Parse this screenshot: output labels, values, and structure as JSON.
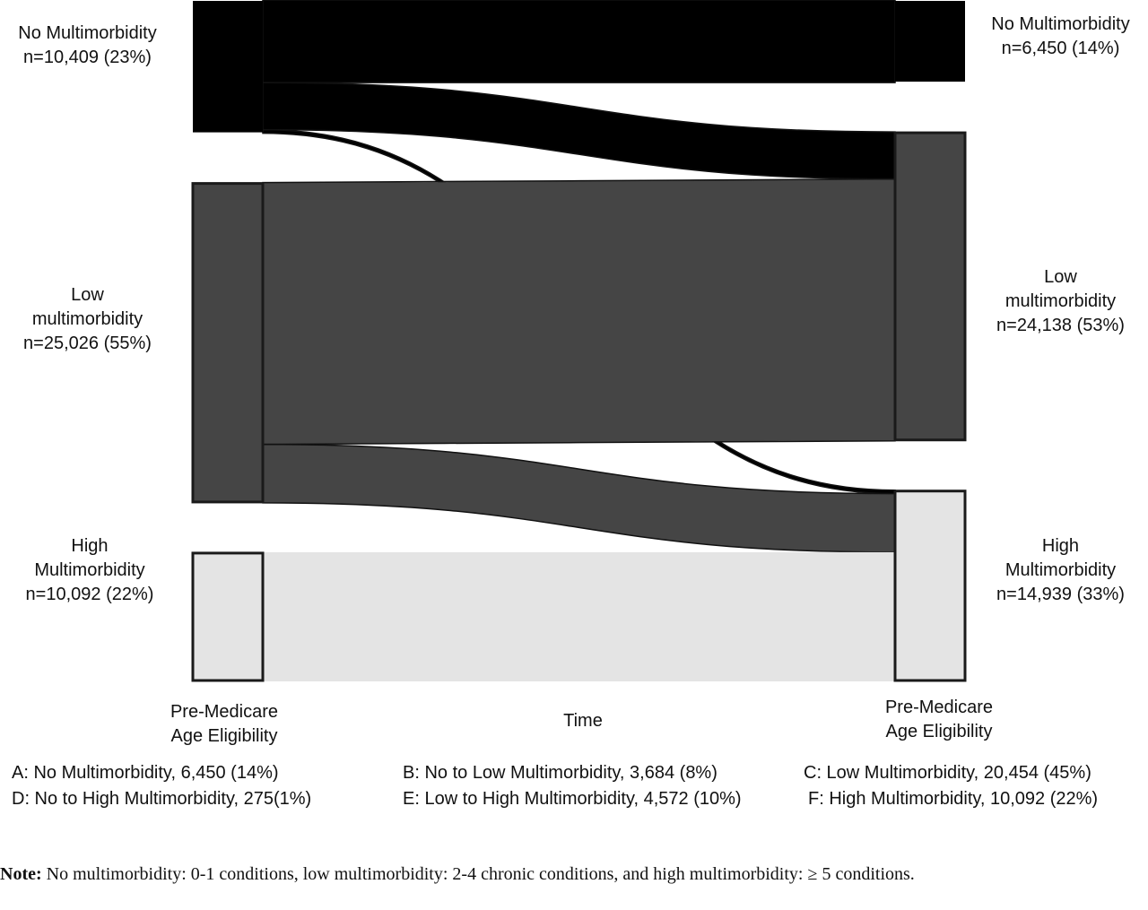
{
  "colors": {
    "none": "#000000",
    "low": "#454545",
    "high": "#e4e4e4",
    "node_border": "#1a1a1a"
  },
  "nodes": {
    "left": [
      {
        "id": "L_none",
        "line1": "No Multimorbidity",
        "line2": "",
        "line3": "n=10,409 (23%)",
        "value": 10409
      },
      {
        "id": "L_low",
        "line1": "Low",
        "line2": "multimorbidity",
        "line3": "n=25,026 (55%)",
        "value": 25026
      },
      {
        "id": "L_high",
        "line1": "High",
        "line2": "Multimorbidity",
        "line3": "n=10,092 (22%)",
        "value": 10092
      }
    ],
    "right": [
      {
        "id": "R_none",
        "line1": "No Multimorbidity",
        "line2": "",
        "line3": "n=6,450 (14%)",
        "value": 6450
      },
      {
        "id": "R_low",
        "line1": "Low",
        "line2": "multimorbidity",
        "line3": "n=24,138 (53%)",
        "value": 24138
      },
      {
        "id": "R_high",
        "line1": "High",
        "line2": "Multimorbidity",
        "line3": "n=14,939 (33%)",
        "value": 14939
      }
    ]
  },
  "flows": [
    {
      "key": "A",
      "from": "L_none",
      "to": "R_none",
      "value": 6450
    },
    {
      "key": "B",
      "from": "L_none",
      "to": "R_low",
      "value": 3684
    },
    {
      "key": "D",
      "from": "L_none",
      "to": "R_high",
      "value": 275
    },
    {
      "key": "C",
      "from": "L_low",
      "to": "R_low",
      "value": 20454
    },
    {
      "key": "E",
      "from": "L_low",
      "to": "R_high",
      "value": 4572
    },
    {
      "key": "F",
      "from": "L_high",
      "to": "R_high",
      "value": 10092
    }
  ],
  "axis": {
    "left_line1": "Pre-Medicare",
    "left_line2": "Age Eligibility",
    "middle": "Time",
    "right_line1": "Pre-Medicare",
    "right_line2": "Age Eligibility"
  },
  "legend": {
    "a": "A: No Multimorbidity, 6,450 (14%)",
    "b": "B: No to Low Multimorbidity, 3,684 (8%)",
    "c": "C: Low Multimorbidity, 20,454 (45%)",
    "d": "D: No to High Multimorbidity, 275(1%)",
    "e": "E: Low to High Multimorbidity, 4,572 (10%)",
    "f": "F: High Multimorbidity, 10,092 (22%)"
  },
  "note": {
    "label": "Note:",
    "text": "No multimorbidity: 0-1 conditions, low multimorbidity: 2-4 chronic conditions, and high multimorbidity: ≥ 5 conditions."
  }
}
